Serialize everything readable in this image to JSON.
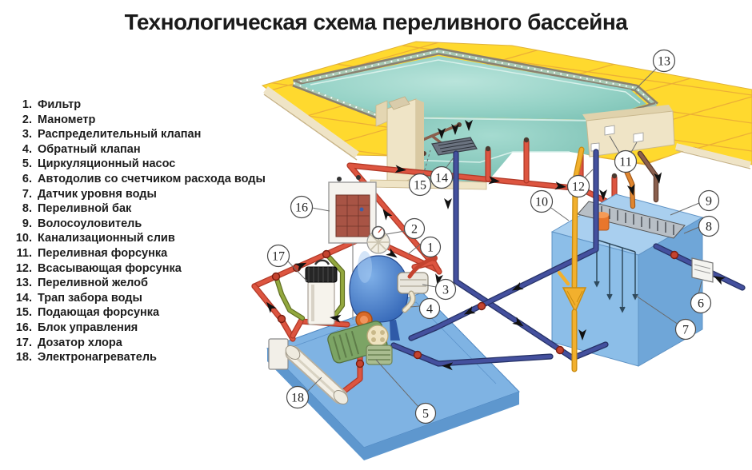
{
  "title": "Технологическая схема переливного бассейна",
  "legend": {
    "items": [
      {
        "num": "1.",
        "label": "Фильтр"
      },
      {
        "num": "2.",
        "label": "Манометр"
      },
      {
        "num": "3.",
        "label": "Распределительный клапан"
      },
      {
        "num": "4.",
        "label": "Обратный клапан"
      },
      {
        "num": "5.",
        "label": "Циркуляционный насос"
      },
      {
        "num": "6.",
        "label": "Автодолив со счетчиком расхода воды"
      },
      {
        "num": "7.",
        "label": "Датчик уровня воды"
      },
      {
        "num": "8.",
        "label": "Переливной бак"
      },
      {
        "num": "9.",
        "label": "Волосоуловитель"
      },
      {
        "num": "10.",
        "label": "Канализационный слив"
      },
      {
        "num": "11.",
        "label": "Переливная форсунка"
      },
      {
        "num": "12.",
        "label": "Всасывающая форсунка"
      },
      {
        "num": "13.",
        "label": "Переливной желоб"
      },
      {
        "num": "14.",
        "label": "Трап забора воды"
      },
      {
        "num": "15.",
        "label": "Подающая форсунка"
      },
      {
        "num": "16.",
        "label": "Блок управления"
      },
      {
        "num": "17.",
        "label": "Дозатор хлора"
      },
      {
        "num": "18.",
        "label": "Электронагреватель"
      }
    ]
  },
  "callouts": [
    {
      "n": "1"
    },
    {
      "n": "2"
    },
    {
      "n": "3"
    },
    {
      "n": "4"
    },
    {
      "n": "5"
    },
    {
      "n": "6"
    },
    {
      "n": "7"
    },
    {
      "n": "8"
    },
    {
      "n": "9"
    },
    {
      "n": "10"
    },
    {
      "n": "11"
    },
    {
      "n": "12"
    },
    {
      "n": "13"
    },
    {
      "n": "14"
    },
    {
      "n": "15"
    },
    {
      "n": "16"
    },
    {
      "n": "17"
    },
    {
      "n": "18"
    }
  ],
  "palette": {
    "deck_yellow": "#FFD92E",
    "tile_grout": "#E9A838",
    "water_teal": "#8FCEC2",
    "water_light": "#BCE6DD",
    "gutter_gray": "#8A8070",
    "gutter_green": "#A9C9B4",
    "wall_cream": "#EFE4C6",
    "wall_cream_dark": "#D9C9A2",
    "pipe_red": "#DD5540",
    "pipe_blue": "#44509E",
    "pipe_yellow": "#F2B02D",
    "pipe_orange": "#E0862F",
    "pipe_brown": "#8A5F4D",
    "pipe_green": "#93A83E",
    "pad_blue": "#7FB3E3",
    "pad_blue_dark": "#5E97CE",
    "tank_blue": "#8CBEE8",
    "tank_blue_dark": "#6FA6D8",
    "tank_top_blue": "#A9CFEF",
    "pump_green": "#7CA465",
    "equip_cream": "#EFE3C0",
    "control_panel_red": "#A85445",
    "arrow_black": "#111111"
  }
}
